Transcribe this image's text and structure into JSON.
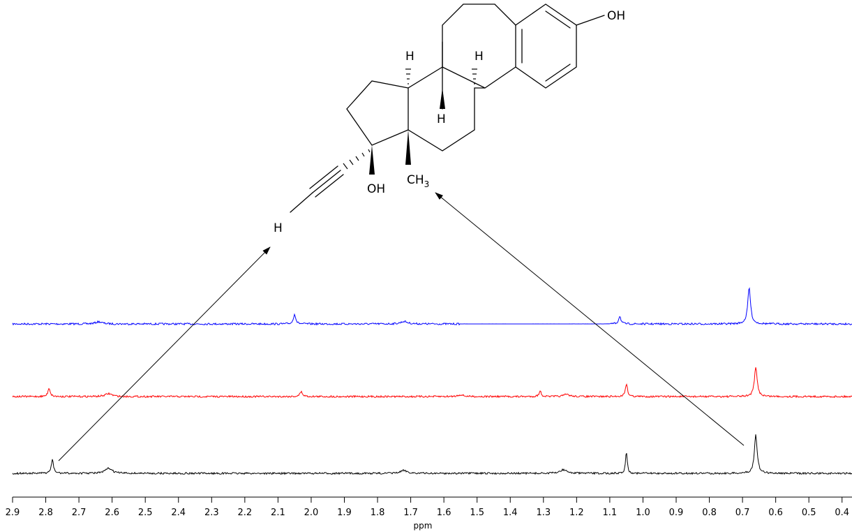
{
  "chart_data": {
    "type": "line",
    "xlabel": "ppm",
    "xlim": [
      2.9,
      0.37
    ],
    "x_reversed": true,
    "x_ticks": [
      2.9,
      2.8,
      2.7,
      2.6,
      2.5,
      2.4,
      2.3,
      2.2,
      2.1,
      2.0,
      1.9,
      1.8,
      1.7,
      1.6,
      1.5,
      1.4,
      1.3,
      1.2,
      1.1,
      1.0,
      0.9,
      0.8,
      0.7,
      0.6,
      0.5,
      0.4
    ],
    "x_tick_labels": [
      "2.9",
      "2.8",
      "2.7",
      "2.6",
      "2.5",
      "2.4",
      "2.3",
      "2.2",
      "2.1",
      "2.0",
      "1.9",
      "1.8",
      "1.7",
      "1.6",
      "1.5",
      "1.4",
      "1.3",
      "1.2",
      "1.1",
      "1.0",
      "0.9",
      "0.8",
      "0.7",
      "0.6",
      "0.5",
      "0.4"
    ],
    "grid": false,
    "spectra": [
      {
        "color": "#0000ff",
        "peaks": [
          {
            "ppm": 2.64,
            "height": 0.06,
            "width": 0.012
          },
          {
            "ppm": 2.05,
            "height": 0.28,
            "width": 0.004
          },
          {
            "ppm": 1.72,
            "height": 0.07,
            "width": 0.012
          },
          {
            "ppm": 1.07,
            "height": 0.22,
            "width": 0.004
          },
          {
            "ppm": 0.68,
            "height": 1.0,
            "width": 0.005
          }
        ],
        "flat_from": 1.55,
        "flat_to": 1.1
      },
      {
        "color": "#ff0000",
        "peaks": [
          {
            "ppm": 2.79,
            "height": 0.24,
            "width": 0.004
          },
          {
            "ppm": 2.61,
            "height": 0.08,
            "width": 0.012
          },
          {
            "ppm": 2.03,
            "height": 0.13,
            "width": 0.005
          },
          {
            "ppm": 1.55,
            "height": 0.05,
            "width": 0.01
          },
          {
            "ppm": 1.31,
            "height": 0.15,
            "width": 0.004
          },
          {
            "ppm": 1.23,
            "height": 0.06,
            "width": 0.01
          },
          {
            "ppm": 1.05,
            "height": 0.35,
            "width": 0.004
          },
          {
            "ppm": 0.66,
            "height": 0.8,
            "width": 0.005
          }
        ]
      },
      {
        "color": "#000000",
        "peaks": [
          {
            "ppm": 2.78,
            "height": 0.37,
            "width": 0.004
          },
          {
            "ppm": 2.61,
            "height": 0.14,
            "width": 0.012
          },
          {
            "ppm": 1.72,
            "height": 0.08,
            "width": 0.012
          },
          {
            "ppm": 1.24,
            "height": 0.1,
            "width": 0.012
          },
          {
            "ppm": 1.05,
            "height": 0.61,
            "width": 0.003
          },
          {
            "ppm": 0.66,
            "height": 1.06,
            "width": 0.005
          }
        ]
      }
    ],
    "annotations": [
      {
        "label": "H",
        "target_ppm": 2.78,
        "target_spectrum": 2
      },
      {
        "label": "CH3",
        "target_ppm": 0.66,
        "target_spectrum": 2
      }
    ]
  },
  "molecule": {
    "labels": {
      "oh_phenol": "OH",
      "h_upper_left": "H",
      "h_upper_right": "H",
      "h_lower": "H",
      "oh_17": "OH",
      "ch3_main": "CH",
      "ch3_sub": "3",
      "h_alkyne": "H"
    }
  }
}
